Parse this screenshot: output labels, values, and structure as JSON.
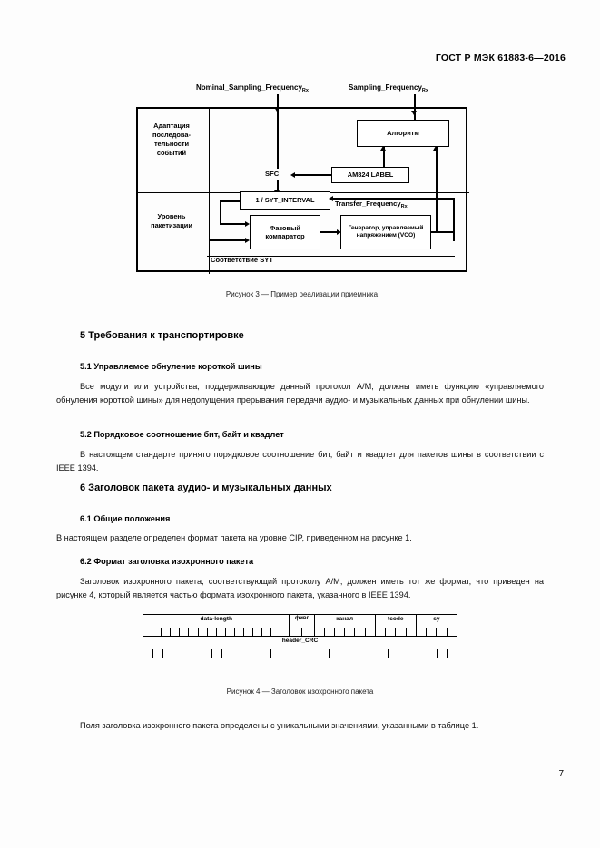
{
  "document": {
    "header": "ГОСТ Р МЭК 61883-6—2016",
    "page_number": "7"
  },
  "figure3": {
    "top_labels": [
      {
        "text": "Nominal_Sampling_Frequency",
        "sub": "Rx"
      },
      {
        "text": "Sampling_Frequency",
        "sub": "Rx"
      }
    ],
    "row_titles": [
      "Адаптация последова- тельности событий",
      "Уровень пакетизации"
    ],
    "row1_title_lines": [
      "Адаптация",
      "последова-",
      "тельности",
      "событий"
    ],
    "row2_title_lines": [
      "Уровень",
      "пакетизации"
    ],
    "blocks": {
      "algorithm": "Алгоритм",
      "am824_label": "AM824 LABEL",
      "syt_interval": "1 / SYT_INTERVAL",
      "phase_comparator": "Фазовый компаратор",
      "vco": "Генератор, управляемый напряжением (VCO)"
    },
    "labels": {
      "sfc": "SFC",
      "transfer_frequency": "Transfer_Frequency",
      "transfer_frequency_sub": "Rx",
      "syt_match": "Соответствие SYT"
    },
    "caption": "Рисунок 3 — Пример реализации приемника"
  },
  "sections": {
    "s5_title": "5 Требования к транспортировке",
    "s51_title": "5.1 Управляемое обнуление короткой шины",
    "s51_text": "Все модули или устройства, поддерживающие данный протокол А/М, должны иметь функцию «управляемого обнуления короткой шины» для недопущения прерывания передачи аудио- и музыкальных данных при обнулении шины.",
    "s52_title": "5.2 Порядковое соотношение бит, байт и квадлет",
    "s52_text": "В настоящем стандарте принято порядковое соотношение бит, байт и квадлет для пакетов шины в соответствии с IEEE 1394.",
    "s6_title": "6 Заголовок пакета аудио- и музыкальных данных",
    "s61_title": "6.1 Общие положения",
    "s61_text": "В настоящем разделе определен формат пакета на уровне CIP, приведенном на рисунке 1.",
    "s62_title": "6.2 Формат заголовка изохронного пакета",
    "s62_text": "Заголовок изохронного пакета, соответствующий протоколу А/М, должен иметь тот же формат, что приведен на рисунке 4, который является частью формата изохронного пакета, указанного в IEEE 1394.",
    "closing_text": "Поля заголовка изохронного пакета определены с уникальными значениями, указанными в таблице 1."
  },
  "figure4": {
    "row1": [
      {
        "label": "data-length",
        "bits": 16
      },
      {
        "label": "фивг",
        "bits": 2
      },
      {
        "label": "канал",
        "bits": 6
      },
      {
        "label": "tcode",
        "bits": 4
      },
      {
        "label": "sy",
        "bits": 4
      }
    ],
    "row2": [
      {
        "label": "header_CRC",
        "bits": 32
      }
    ],
    "caption": "Рисунок 4 — Заголовок изохронного пакета"
  }
}
